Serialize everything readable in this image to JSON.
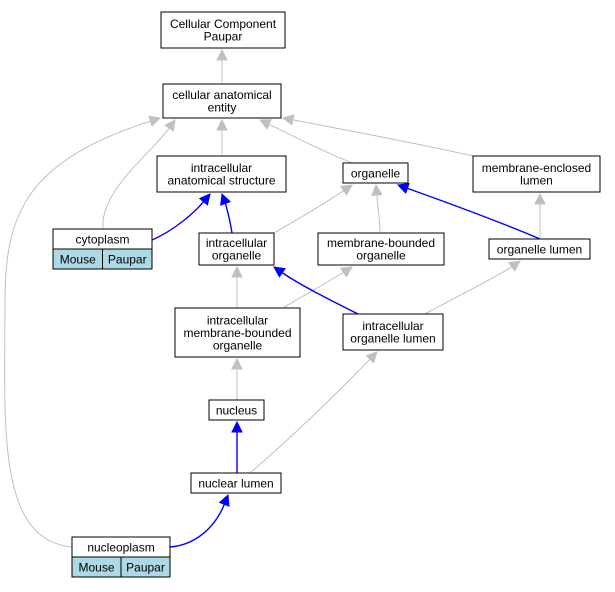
{
  "nodes": {
    "root": {
      "lines": [
        "Cellular Component",
        "Paupar"
      ]
    },
    "cae": {
      "lines": [
        "cellular anatomical",
        "entity"
      ]
    },
    "ias": {
      "lines": [
        "intracellular",
        "anatomical structure"
      ]
    },
    "organelle": {
      "lines": [
        "organelle"
      ]
    },
    "mel": {
      "lines": [
        "membrane-enclosed",
        "lumen"
      ]
    },
    "cytoplasm": {
      "lines": [
        "cytoplasm"
      ],
      "tags": [
        "Mouse",
        "Paupar"
      ]
    },
    "io": {
      "lines": [
        "intracellular",
        "organelle"
      ]
    },
    "mbo": {
      "lines": [
        "membrane-bounded",
        "organelle"
      ]
    },
    "ol": {
      "lines": [
        "organelle lumen"
      ]
    },
    "imbo": {
      "lines": [
        "intracellular",
        "membrane-bounded",
        "organelle"
      ]
    },
    "iol": {
      "lines": [
        "intracellular",
        "organelle lumen"
      ]
    },
    "nucleus": {
      "lines": [
        "nucleus"
      ]
    },
    "nl": {
      "lines": [
        "nuclear lumen"
      ]
    },
    "nucleoplasm": {
      "lines": [
        "nucleoplasm"
      ],
      "tags": [
        "Mouse",
        "Paupar"
      ]
    }
  },
  "edges": [
    {
      "from": "cae",
      "to": "root",
      "relation": "is_a",
      "color": "#c0c0c0"
    },
    {
      "from": "ias",
      "to": "cae",
      "relation": "is_a",
      "color": "#c0c0c0"
    },
    {
      "from": "cytoplasm",
      "to": "cae",
      "relation": "is_a",
      "color": "#c0c0c0"
    },
    {
      "from": "organelle",
      "to": "cae",
      "relation": "is_a",
      "color": "#c0c0c0"
    },
    {
      "from": "mel",
      "to": "cae",
      "relation": "is_a",
      "color": "#c0c0c0"
    },
    {
      "from": "nucleoplasm",
      "to": "cae",
      "relation": "is_a",
      "color": "#c0c0c0"
    },
    {
      "from": "cytoplasm",
      "to": "ias",
      "relation": "part_of",
      "color": "#0000ff"
    },
    {
      "from": "io",
      "to": "ias",
      "relation": "part_of",
      "color": "#0000ff"
    },
    {
      "from": "io",
      "to": "organelle",
      "relation": "is_a",
      "color": "#c0c0c0"
    },
    {
      "from": "mbo",
      "to": "organelle",
      "relation": "is_a",
      "color": "#c0c0c0"
    },
    {
      "from": "ol",
      "to": "organelle",
      "relation": "part_of",
      "color": "#0000ff"
    },
    {
      "from": "ol",
      "to": "mel",
      "relation": "is_a",
      "color": "#c0c0c0"
    },
    {
      "from": "imbo",
      "to": "io",
      "relation": "is_a",
      "color": "#c0c0c0"
    },
    {
      "from": "imbo",
      "to": "mbo",
      "relation": "is_a",
      "color": "#c0c0c0"
    },
    {
      "from": "iol",
      "to": "io",
      "relation": "part_of",
      "color": "#0000ff"
    },
    {
      "from": "iol",
      "to": "ol",
      "relation": "is_a",
      "color": "#c0c0c0"
    },
    {
      "from": "nucleus",
      "to": "imbo",
      "relation": "is_a",
      "color": "#c0c0c0"
    },
    {
      "from": "nl",
      "to": "nucleus",
      "relation": "part_of",
      "color": "#0000ff"
    },
    {
      "from": "nl",
      "to": "iol",
      "relation": "is_a",
      "color": "#c0c0c0"
    },
    {
      "from": "nucleoplasm",
      "to": "nl",
      "relation": "part_of",
      "color": "#0000ff"
    }
  ],
  "colors": {
    "is_a_edge": "#c0c0c0",
    "part_of_edge": "#0000ff",
    "tag_fill": "#add8e6",
    "node_fill": "#ffffff",
    "node_stroke": "#000000"
  }
}
